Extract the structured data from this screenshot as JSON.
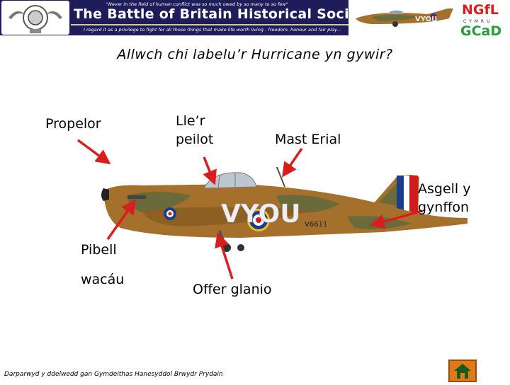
{
  "banner": {
    "title": "The Battle of Britain Historical Society",
    "quote_top": "\"Never in the field of human conflict was so much owed by so many to so few\"",
    "quote_bottom": "I regard it as a privilege to fight for all those things that make life worth living - freedom, honour and fair play..."
  },
  "logo": {
    "line1": "NGfL",
    "line2": "CYMRU",
    "line3": "GCaD"
  },
  "plane_code": "VYOU",
  "plane_serial": "V6611",
  "question": "Allwch chi labelu’r Hurricane yn gywir?",
  "labels": {
    "propelor": "Propelor",
    "cockpit_line1": "Lle’r",
    "cockpit_line2": "peilot",
    "aerial": "Mast Erial",
    "tail_line1": "Asgell y",
    "tail_line2": "gynffon",
    "exhaust_line1": "Pibell",
    "exhaust_line2": "wacáu",
    "landing_gear": "Offer glanio"
  },
  "credit": "Darparwyd y ddelwedd gan Gymdeithas Hanesyddol Brwydr Prydain",
  "colors": {
    "banner_bg": "#1f1c5a",
    "arrow": "#d81e1e",
    "camo_brown": "#a5702c",
    "camo_green": "#6b6a3a"
  }
}
